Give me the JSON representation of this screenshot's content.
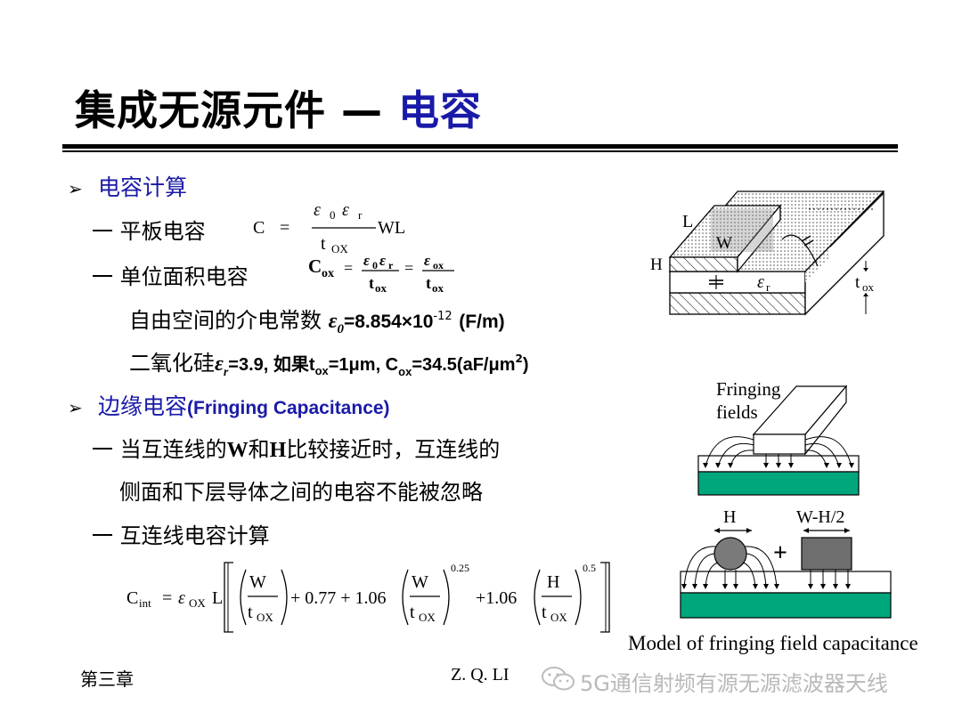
{
  "title": {
    "main": "集成无源元件 —",
    "accent": "电容"
  },
  "sections": [
    {
      "bullet": "➢",
      "label": "电容计算"
    },
    {
      "bullet": "➢",
      "label": "边缘电容",
      "label_en": "(Fringing Capacitance)"
    }
  ],
  "items": {
    "plate": "一 平板电容",
    "unit_area": "一 单位面积电容",
    "vacuum": "自由空间的介电常数",
    "vacuum_value": "=8.854×10",
    "vacuum_exp": "-12",
    "vacuum_unit": "(F/m)",
    "sio2_a": "二氧化硅",
    "sio2_b": "=3.9, 如果",
    "sio2_c": "=1μm, C",
    "sio2_d": "=34.5(aF/μm",
    "sio2_e": ")",
    "fringe_1a": "一 当互连线的",
    "fringe_1b": "W",
    "fringe_1c": "和",
    "fringe_1d": "H",
    "fringe_1e": "比较接近时，互连线的",
    "fringe_2": "侧面和下层导体之间的电容不能被忽略",
    "interconnect": "一 互连线电容计算"
  },
  "formulas": {
    "plate": {
      "c": "C",
      "eq": "=",
      "num": "ε",
      "num_sub1": "0",
      "num2": "ε",
      "num_sub2": "r",
      "den": "t",
      "den_sub": "OX",
      "wl": "WL"
    },
    "cox": {
      "lhs": "C",
      "lhs_sub": "ox",
      "n1": "ε",
      "n1s": "0",
      "n1b": "ε",
      "n1bs": "r",
      "d1": "t",
      "d1s": "ox",
      "n2": "ε",
      "n2s": "ox",
      "d2": "t",
      "d2s": "ox"
    },
    "cint": {
      "lhs": "C",
      "lhs_sub": "int",
      "eps": "ε",
      "eps_sub": "OX",
      "L": "L",
      "W": "W",
      "tox": "t",
      "tox_sub": "OX",
      "c077": "+ 0.77 + 1.06",
      "c106": "+1.06",
      "exp1": "0.25",
      "exp2": "0.5",
      "H": "H"
    }
  },
  "diagram1": {
    "L": "L",
    "W": "W",
    "H": "H",
    "eps": "ε",
    "eps_sub": "r",
    "tox": "t",
    "tox_sub": "ox"
  },
  "diagram2": {
    "fringing_1": "Fringing",
    "fringing_2": "fields"
  },
  "diagram3": {
    "H": "H",
    "WH2": "W-H/2",
    "plus": "+",
    "caption": "Model of fringing field capacitance"
  },
  "footer": {
    "chapter": "第三章",
    "author": "Z. Q. LI",
    "watermark": "5G通信射频有源无源滤波器天线"
  },
  "colors": {
    "accent": "#1a1aa8",
    "substrate": "#00a77d",
    "gray_block": "#6e6e6e"
  }
}
